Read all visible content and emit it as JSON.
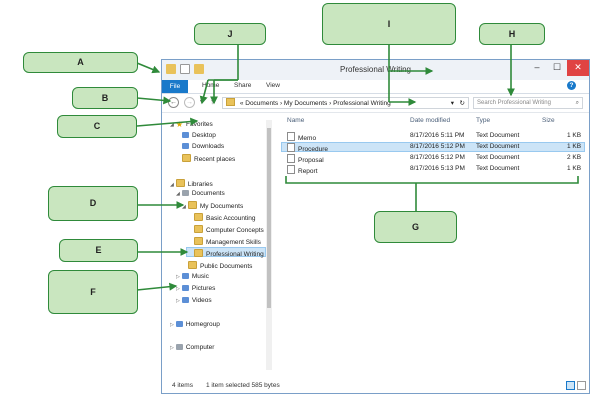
{
  "window": {
    "title": "Professional Writing",
    "controls": {
      "minimize": "–",
      "maximize": "☐",
      "close": "✕"
    }
  },
  "ribbon": {
    "tabs": [
      "File",
      "Home",
      "Share",
      "View"
    ],
    "help": "?"
  },
  "nav": {
    "address": [
      "Documents",
      "My Documents",
      "Professional Writing"
    ],
    "address_prefix": "«",
    "search_placeholder": "Search Professional Writing"
  },
  "navpane": {
    "favorites": {
      "label": "Favorites",
      "items": [
        "Desktop",
        "Downloads",
        "Recent places"
      ]
    },
    "libraries": {
      "label": "Libraries",
      "documents": "Documents",
      "my_documents": "My Documents",
      "subfolders": [
        "Basic Accounting",
        "Computer Concepts",
        "Management Skills",
        "Professional Writing",
        "Public Documents"
      ],
      "others": [
        "Music",
        "Pictures",
        "Videos"
      ]
    },
    "homegroup": "Homegroup",
    "computer": "Computer"
  },
  "content": {
    "columns": [
      "Name",
      "Date modified",
      "Type",
      "Size"
    ],
    "rows": [
      {
        "name": "Memo",
        "date": "8/17/2016 5:11 PM",
        "type": "Text Document",
        "size": "1 KB",
        "selected": false
      },
      {
        "name": "Procedure",
        "date": "8/17/2016 5:12 PM",
        "type": "Text Document",
        "size": "1 KB",
        "selected": true
      },
      {
        "name": "Proposal",
        "date": "8/17/2016 5:12 PM",
        "type": "Text Document",
        "size": "2 KB",
        "selected": false
      },
      {
        "name": "Report",
        "date": "8/17/2016 5:13 PM",
        "type": "Text Document",
        "size": "1 KB",
        "selected": false
      }
    ]
  },
  "status": {
    "items": "4 items",
    "selected": "1 item selected  585 bytes"
  },
  "callouts": [
    "A",
    "B",
    "C",
    "D",
    "E",
    "F",
    "G",
    "H",
    "I",
    "J"
  ],
  "colors": {
    "callout_fill": "#c9e6bf",
    "callout_border": "#2f8a3a",
    "selection": "#cce4f7",
    "file_tab": "#1979ca",
    "close_button": "#e04343"
  }
}
